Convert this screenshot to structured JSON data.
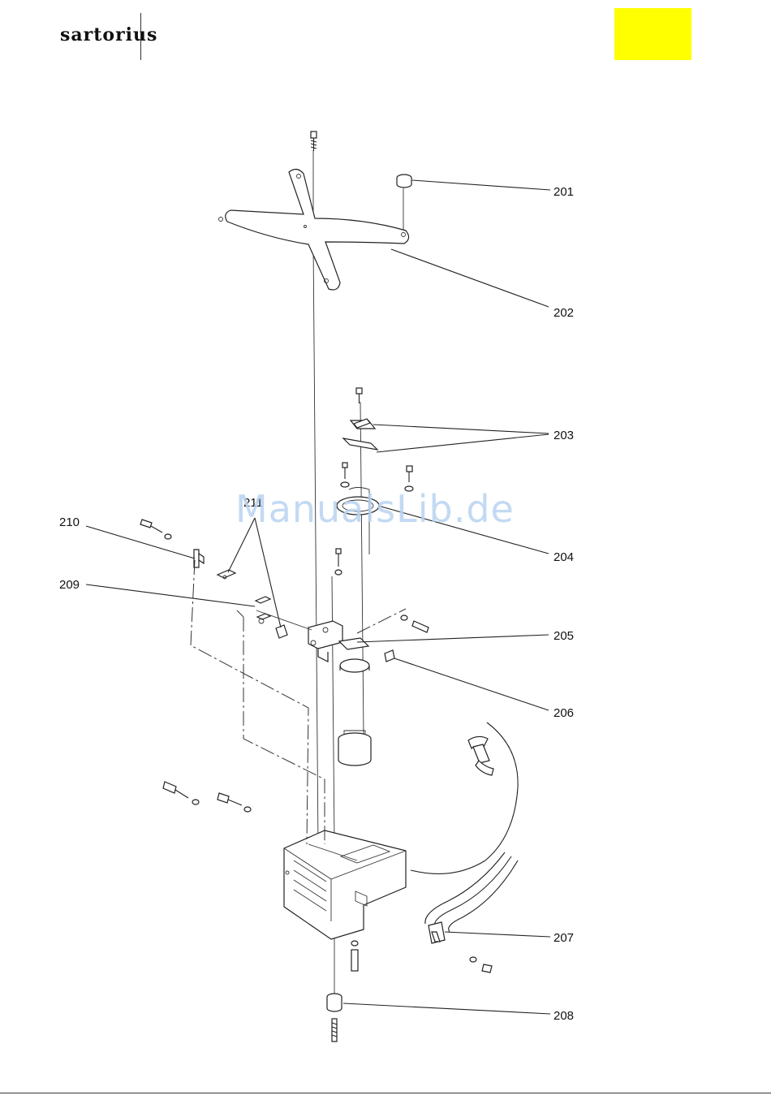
{
  "header": {
    "brand": "sartorius",
    "accent_color": "#ffff00"
  },
  "watermark": "ManualsLib.de",
  "diagram": {
    "labels": [
      "201",
      "202",
      "203",
      "204",
      "205",
      "206",
      "207",
      "208",
      "209",
      "210",
      "211"
    ]
  }
}
